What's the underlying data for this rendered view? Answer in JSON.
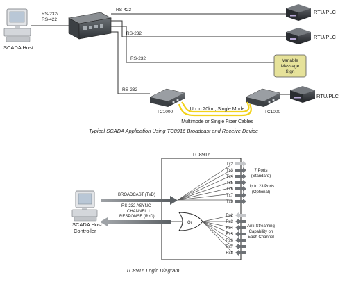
{
  "top": {
    "host_label": "SCADA Host",
    "link_rs232_422_a": "RS-232/",
    "link_rs232_422_b": "RS-422",
    "line1_label": "RS-422",
    "line2_label": "RS-232",
    "line3_label": "RS-232",
    "line4_label": "RS-232",
    "rtu1_label": "RTU/PLC",
    "rtu2_label": "RTU/PLC",
    "rtu3_label": "RTU/PLC",
    "sign_label_1": "Variable",
    "sign_label_2": "Message",
    "sign_label_3": "Sign",
    "tc_left_label": "TC1000",
    "tc_right_label": "TC1000",
    "fiber_label": "Up to 20km, Single Mode",
    "cable_label": "Multimode or Single Fiber Cables",
    "caption": "Typical SCADA Application Using TC8916 Broadcast and Receive Device"
  },
  "bottom": {
    "box_title": "TC8916",
    "controller_label_1": "SCADA Host",
    "controller_label_2": "Controller",
    "broadcast_label": "BROADCAST  (TxD)",
    "async_label_1": "RS-232  ASYNC",
    "async_label_2": "CHANNEL  1",
    "response_label": "RESPONSE  (RxD)",
    "gate_label": "Or",
    "tx_ports": [
      "Tx2",
      "Tx3",
      "Tx4",
      "Tx5",
      "Tx6",
      "Tx7",
      "Tx8"
    ],
    "rx_ports": [
      "Rx2",
      "Rx3",
      "Rx4",
      "Rx5",
      "Rx6",
      "Rx7",
      "Rx8"
    ],
    "ports_standard_1": "7  Ports",
    "ports_standard_2": "(Standard)",
    "ports_optional_1": "Up  to  23  Ports",
    "ports_optional_2": "(Optional)",
    "anti_1": "Anti-Streaming",
    "anti_2": "Capability  on",
    "anti_3": "Each  Channel",
    "caption": "TC8916 Logic Diagram"
  }
}
